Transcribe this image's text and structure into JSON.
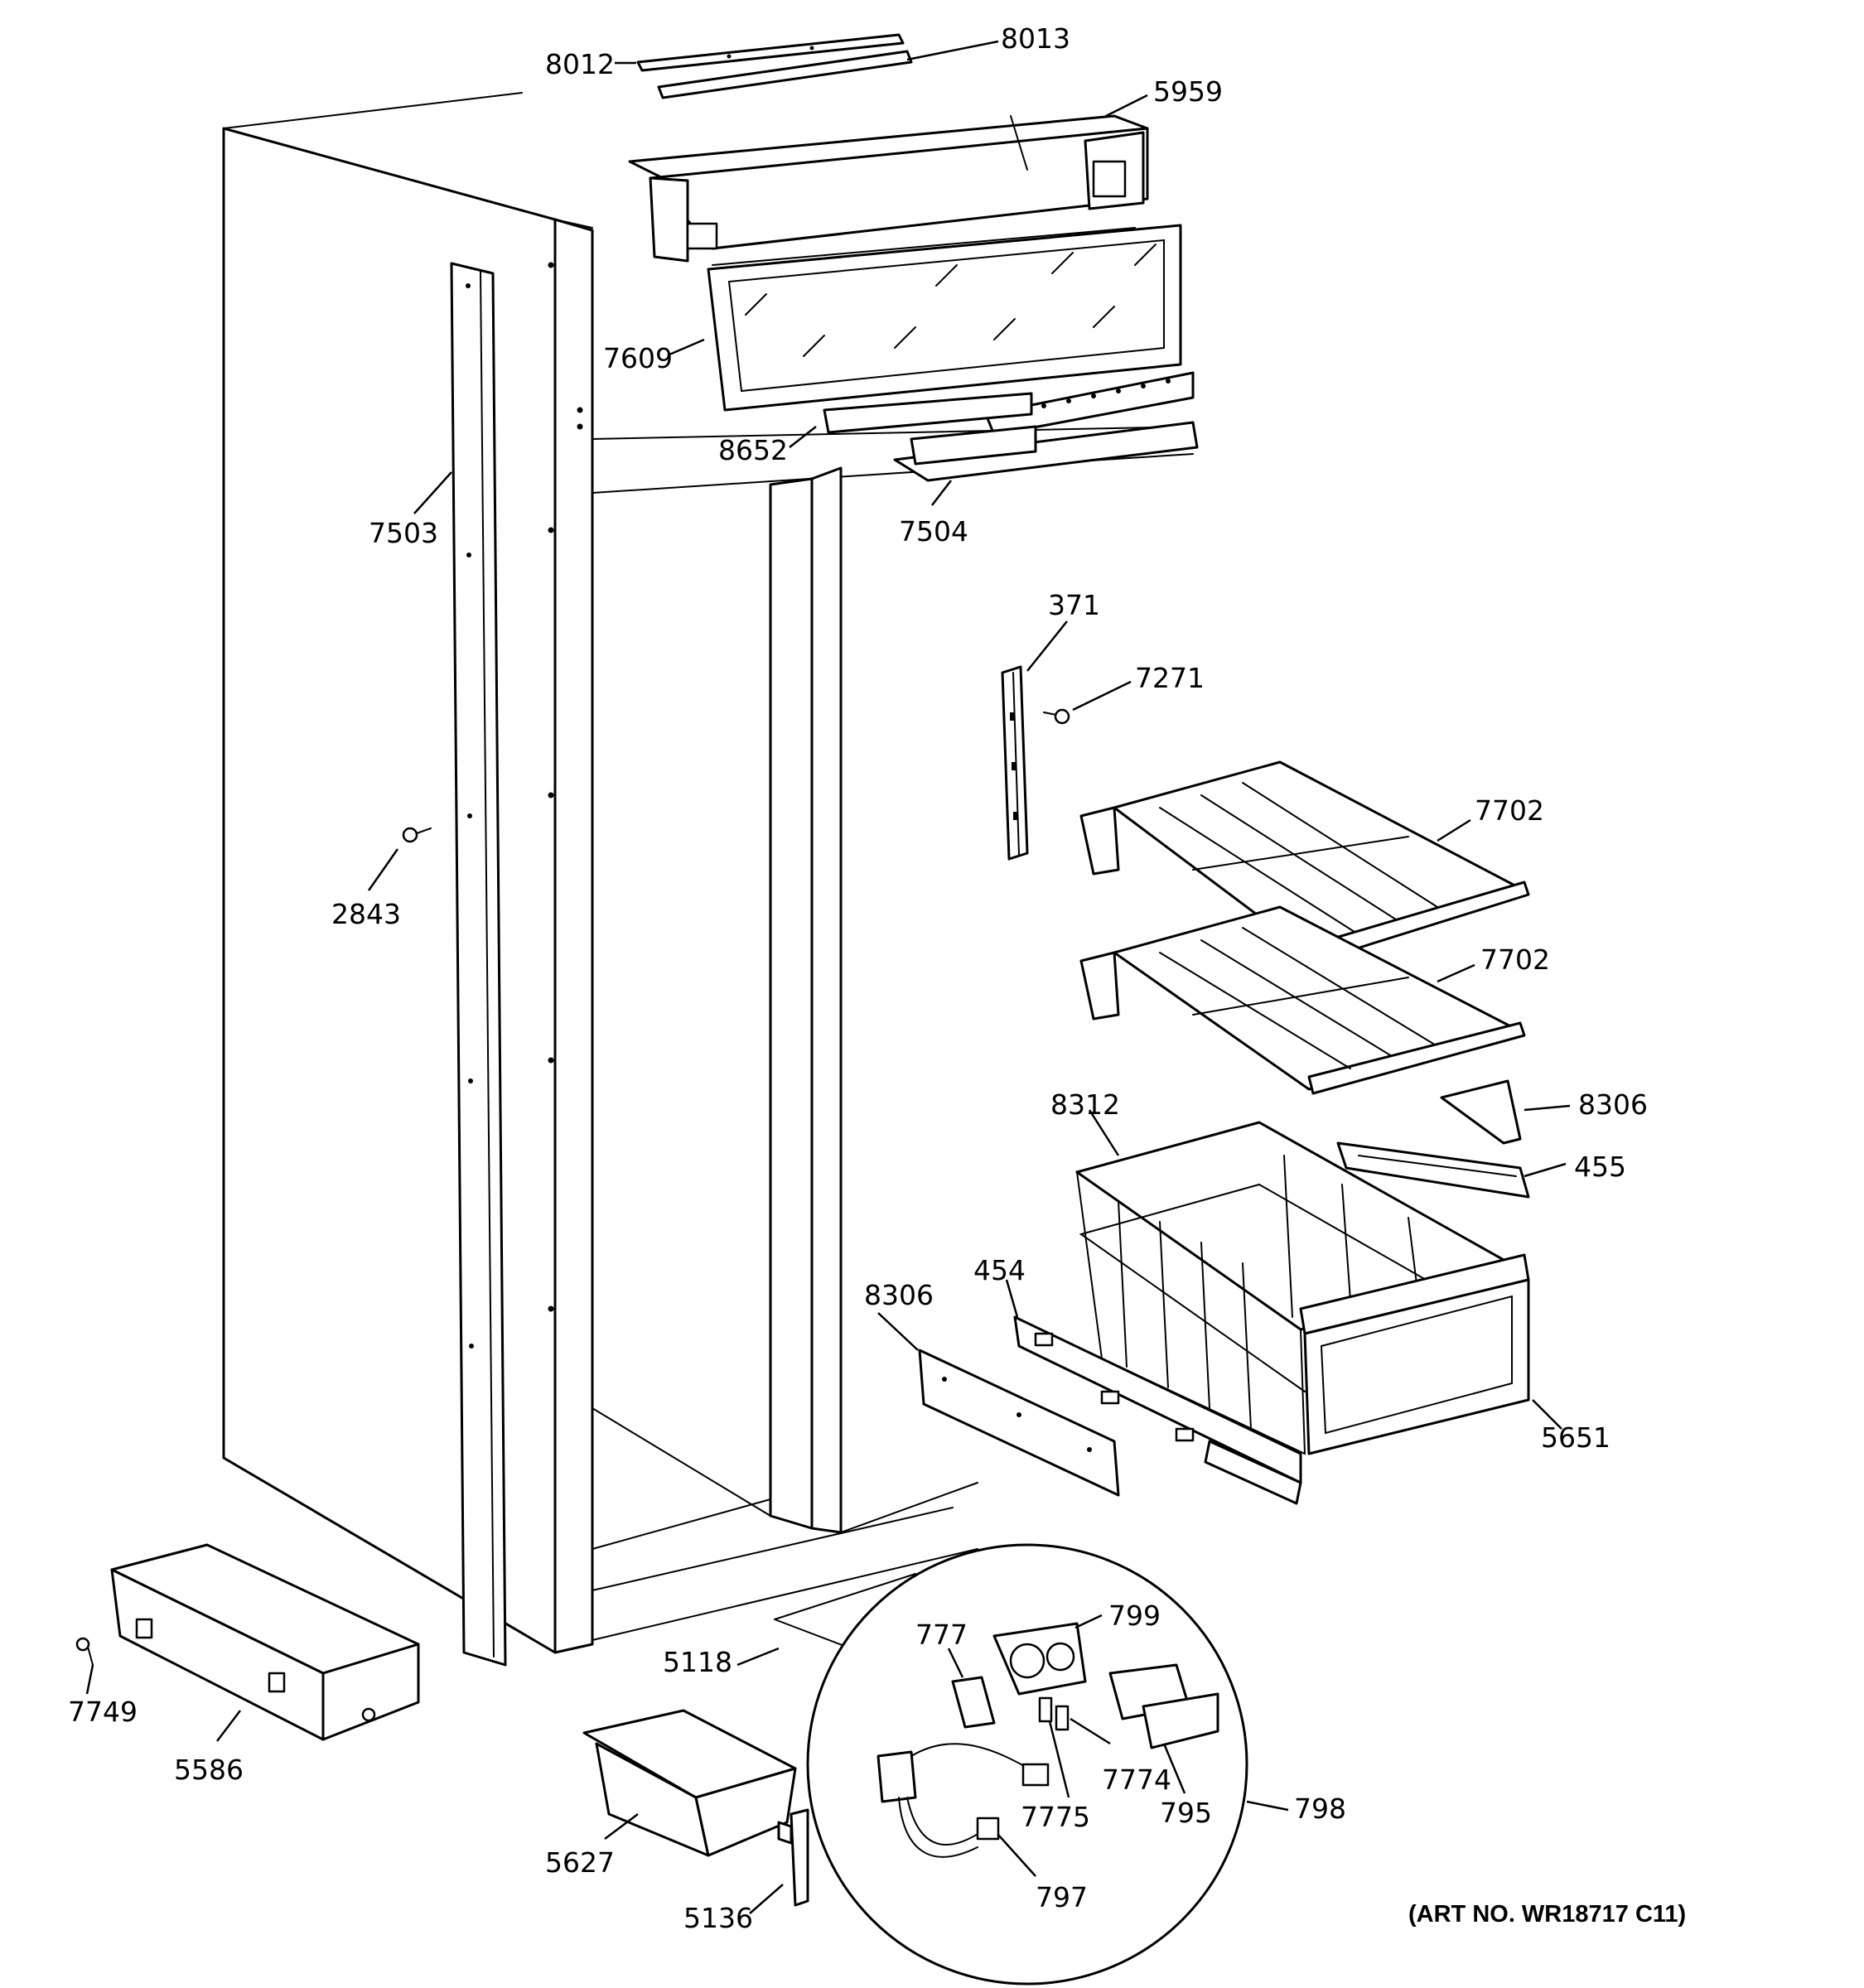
{
  "diagram": {
    "art_number": "(ART NO. WR18717 C11)",
    "callouts": [
      {
        "id": "c-8012",
        "label": "8012"
      },
      {
        "id": "c-8013",
        "label": "8013"
      },
      {
        "id": "c-5959",
        "label": "5959"
      },
      {
        "id": "c-7609",
        "label": "7609"
      },
      {
        "id": "c-8652",
        "label": "8652"
      },
      {
        "id": "c-7503",
        "label": "7503"
      },
      {
        "id": "c-7504",
        "label": "7504"
      },
      {
        "id": "c-371",
        "label": "371"
      },
      {
        "id": "c-7271",
        "label": "7271"
      },
      {
        "id": "c-7702a",
        "label": "7702"
      },
      {
        "id": "c-7702b",
        "label": "7702"
      },
      {
        "id": "c-2843",
        "label": "2843"
      },
      {
        "id": "c-8312",
        "label": "8312"
      },
      {
        "id": "c-8306a",
        "label": "8306"
      },
      {
        "id": "c-455",
        "label": "455"
      },
      {
        "id": "c-454",
        "label": "454"
      },
      {
        "id": "c-8306b",
        "label": "8306"
      },
      {
        "id": "c-5651",
        "label": "5651"
      },
      {
        "id": "c-5118",
        "label": "5118"
      },
      {
        "id": "c-7749",
        "label": "7749"
      },
      {
        "id": "c-5586",
        "label": "5586"
      },
      {
        "id": "c-5627",
        "label": "5627"
      },
      {
        "id": "c-5136",
        "label": "5136"
      },
      {
        "id": "c-777",
        "label": "777"
      },
      {
        "id": "c-799",
        "label": "799"
      },
      {
        "id": "c-7774",
        "label": "7774"
      },
      {
        "id": "c-7775",
        "label": "7775"
      },
      {
        "id": "c-795",
        "label": "795"
      },
      {
        "id": "c-798",
        "label": "798"
      },
      {
        "id": "c-797",
        "label": "797"
      }
    ]
  }
}
